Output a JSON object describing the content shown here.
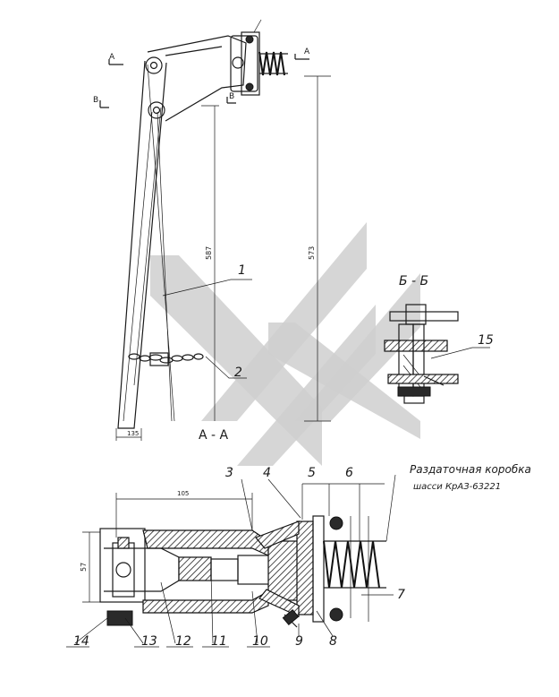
{
  "sections": {
    "aa_top_left": "A",
    "aa_top_right": "A",
    "bb_left": "B",
    "bb_right": "B",
    "view_aa": "A - A",
    "view_bb": "Б - Б"
  },
  "dimensions": {
    "d_587": "587",
    "d_573": "573",
    "d_135": "135",
    "d_105": "105",
    "d_57": "57"
  },
  "callouts": [
    "1",
    "2",
    "3",
    "4",
    "5",
    "6",
    "7",
    "8",
    "9",
    "10",
    "11",
    "12",
    "13",
    "14",
    "15"
  ],
  "note": {
    "line1": "Раздаточная коробка",
    "line2": "шасси КрАЗ-63221"
  }
}
